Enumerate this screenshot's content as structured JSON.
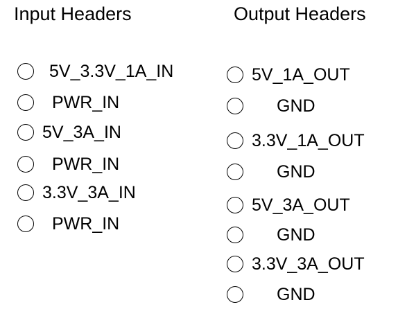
{
  "input_headers": {
    "title": "Input Headers",
    "pins": [
      {
        "label": "5V_3.3V_1A_IN"
      },
      {
        "label": "PWR_IN"
      },
      {
        "label": "5V_3A_IN"
      },
      {
        "label": "PWR_IN"
      },
      {
        "label": "3.3V_3A_IN"
      },
      {
        "label": "PWR_IN"
      }
    ]
  },
  "output_headers": {
    "title": "Output Headers",
    "pins": [
      {
        "label": "5V_1A_OUT"
      },
      {
        "label": "GND"
      },
      {
        "label": "3.3V_1A_OUT"
      },
      {
        "label": "GND"
      },
      {
        "label": "5V_3A_OUT"
      },
      {
        "label": "GND"
      },
      {
        "label": "3.3V_3A_OUT"
      },
      {
        "label": "GND"
      }
    ]
  }
}
